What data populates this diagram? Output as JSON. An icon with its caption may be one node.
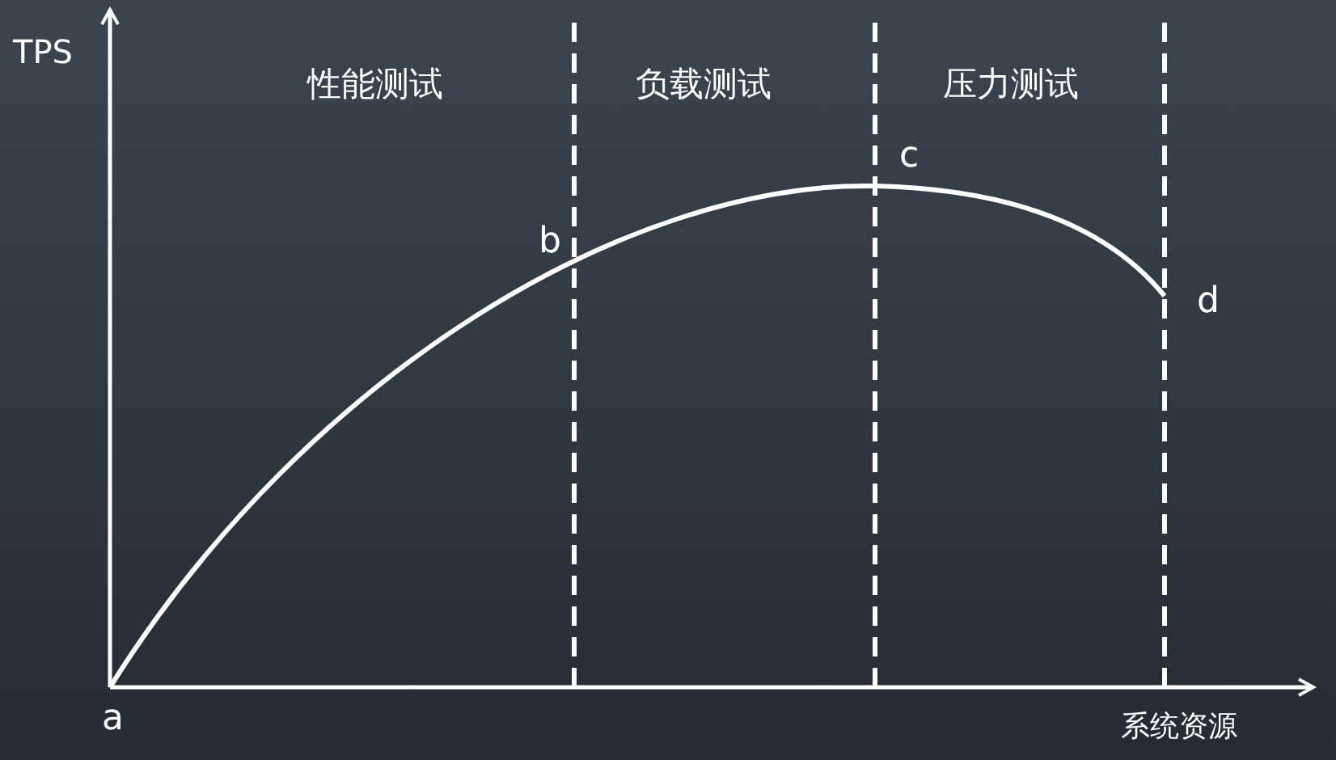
{
  "diagram": {
    "labels": [
      "TPS",
      "性能测试",
      "负载测试",
      "压力测试",
      "c",
      "b",
      "d",
      "a",
      "系统资源"
    ]
  }
}
